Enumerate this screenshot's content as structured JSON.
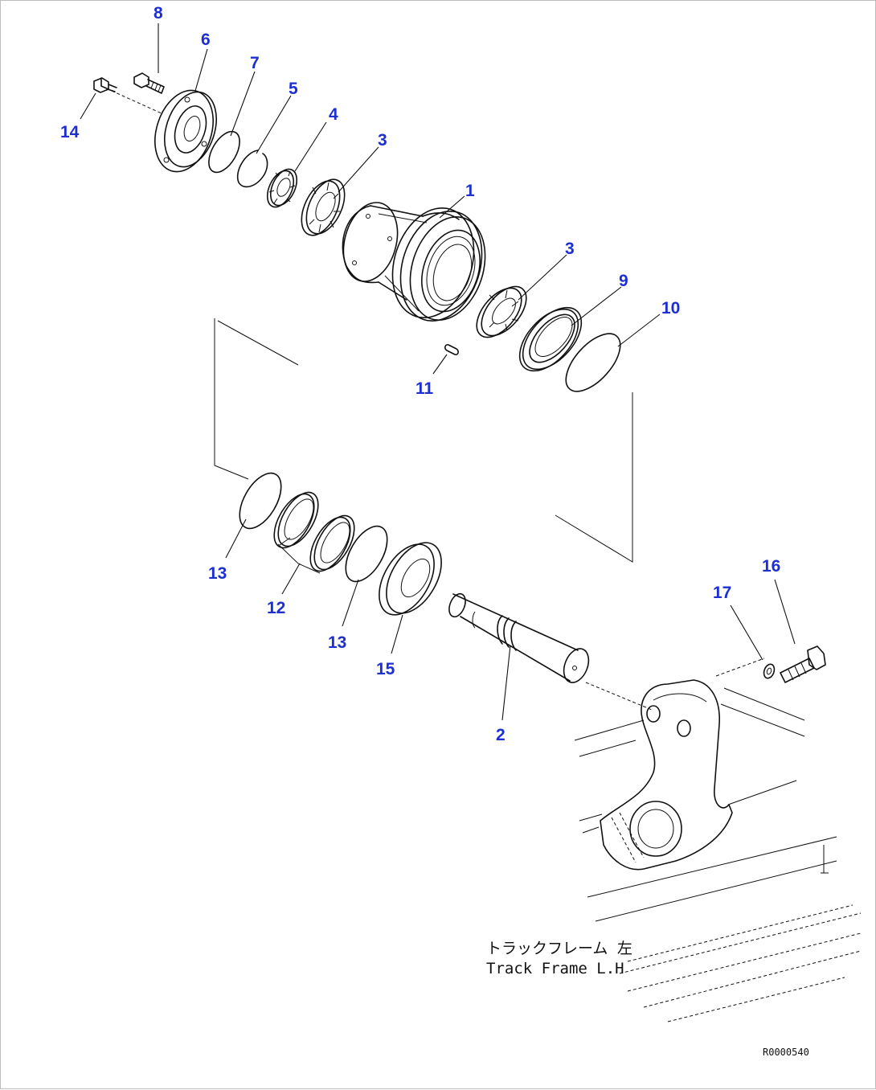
{
  "callouts": [
    {
      "id": "c8",
      "label": "8"
    },
    {
      "id": "c6",
      "label": "6"
    },
    {
      "id": "c7",
      "label": "7"
    },
    {
      "id": "c5",
      "label": "5"
    },
    {
      "id": "c14",
      "label": "14"
    },
    {
      "id": "c4",
      "label": "4"
    },
    {
      "id": "c3a",
      "label": "3"
    },
    {
      "id": "c1",
      "label": "1"
    },
    {
      "id": "c3b",
      "label": "3"
    },
    {
      "id": "c9",
      "label": "9"
    },
    {
      "id": "c10",
      "label": "10"
    },
    {
      "id": "c11",
      "label": "11"
    },
    {
      "id": "c13a",
      "label": "13"
    },
    {
      "id": "c12",
      "label": "12"
    },
    {
      "id": "c13b",
      "label": "13"
    },
    {
      "id": "c15",
      "label": "15"
    },
    {
      "id": "c16",
      "label": "16"
    },
    {
      "id": "c17",
      "label": "17"
    },
    {
      "id": "c2",
      "label": "2"
    }
  ],
  "caption": {
    "japanese": "トラックフレーム 左",
    "english": "Track Frame L.H"
  },
  "drawing_code": "R0000540",
  "colors": {
    "callout": "#1d2fd0",
    "line": "#111111"
  }
}
